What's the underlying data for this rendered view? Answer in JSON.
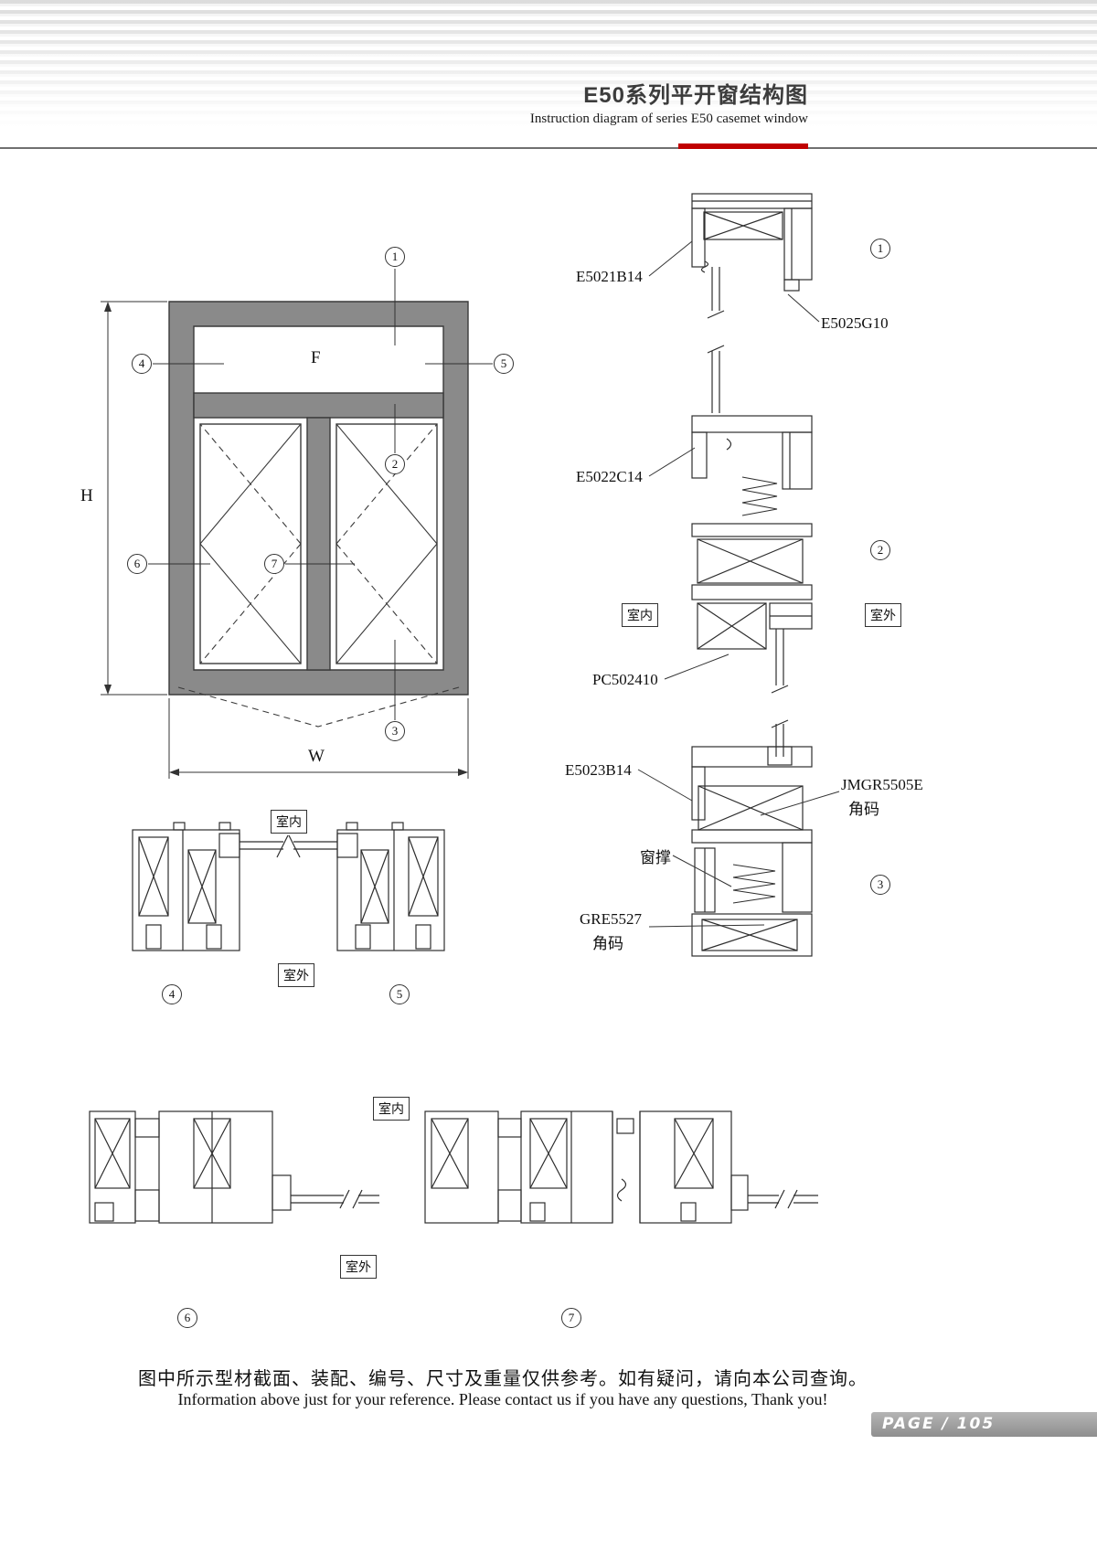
{
  "header": {
    "title": "E50系列平开窗结构图",
    "subtitle": "Instruction diagram of series E50 casemet window"
  },
  "elevation": {
    "f": "F",
    "h": "H",
    "w": "W",
    "callouts": {
      "c1": "1",
      "c2": "2",
      "c3": "3",
      "c4": "4",
      "c5": "5",
      "c6": "6",
      "c7": "7"
    }
  },
  "vsec": {
    "e5021b14": "E5021B14",
    "e5025g10": "E5025G10",
    "e5022c14": "E5022C14",
    "pc502410": "PC502410",
    "e5023b14": "E5023B14",
    "jmgr5505e": "JMGR5505E",
    "jmgr_sub": "角码",
    "chuang_cheng": "窗撑",
    "gre5527": "GRE5527",
    "gre_sub": "角码",
    "inside": "室内",
    "outside": "室外",
    "callouts": {
      "c1": "1",
      "c2": "2",
      "c3": "3"
    }
  },
  "mid": {
    "inside": "室内",
    "outside": "室外",
    "callouts": {
      "c4": "4",
      "c5": "5"
    }
  },
  "bottom": {
    "inside": "室内",
    "outside": "室外",
    "callouts": {
      "c6": "6",
      "c7": "7"
    }
  },
  "footer": {
    "note_cn": "图中所示型材截面、装配、编号、尺寸及重量仅供参考。如有疑问，请向本公司查询。",
    "note_en": "Information above just for your reference. Please contact us if you have any questions, Thank you!",
    "page_badge": "PAGE / 105"
  }
}
